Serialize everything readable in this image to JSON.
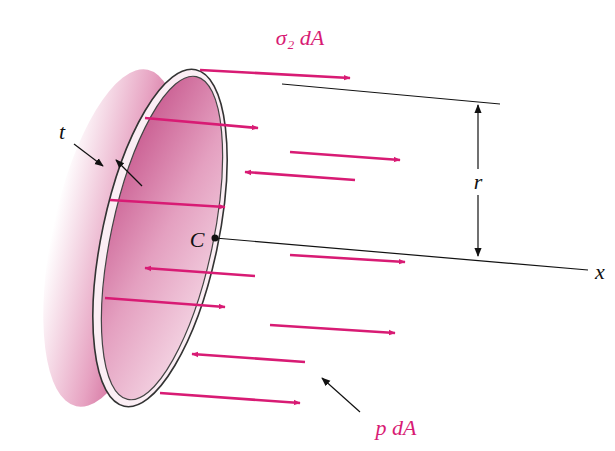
{
  "diagram": {
    "labels": [
      "σ₂ dA",
      "t",
      "r",
      "C",
      "x",
      "p dA"
    ]
  }
}
